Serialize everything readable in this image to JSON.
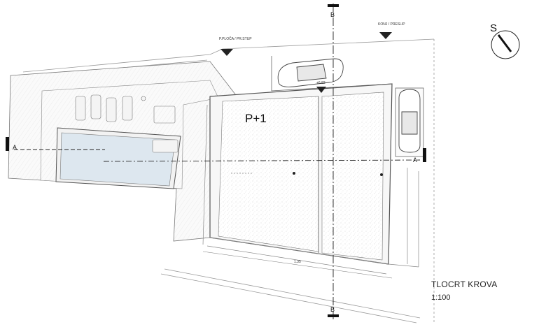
{
  "drawing": {
    "title": "TLOCRT KROVA",
    "scale": "1:100",
    "floor_label": "P+1",
    "compass_letter": "S",
    "section_marker": "A",
    "section_marker_top": "B",
    "section_marker_bottom": "B",
    "level_tags": {
      "tag_left": "P.PLOČA / PR.STUP",
      "tag_right": "KONJ / PRESLIP",
      "tag_center": "+6.82"
    },
    "dimension_label": "1.35"
  },
  "colors": {
    "line": "#555555",
    "dark": "#111111",
    "pool": "#dde7ef",
    "hatch": "#e6e6e6"
  }
}
